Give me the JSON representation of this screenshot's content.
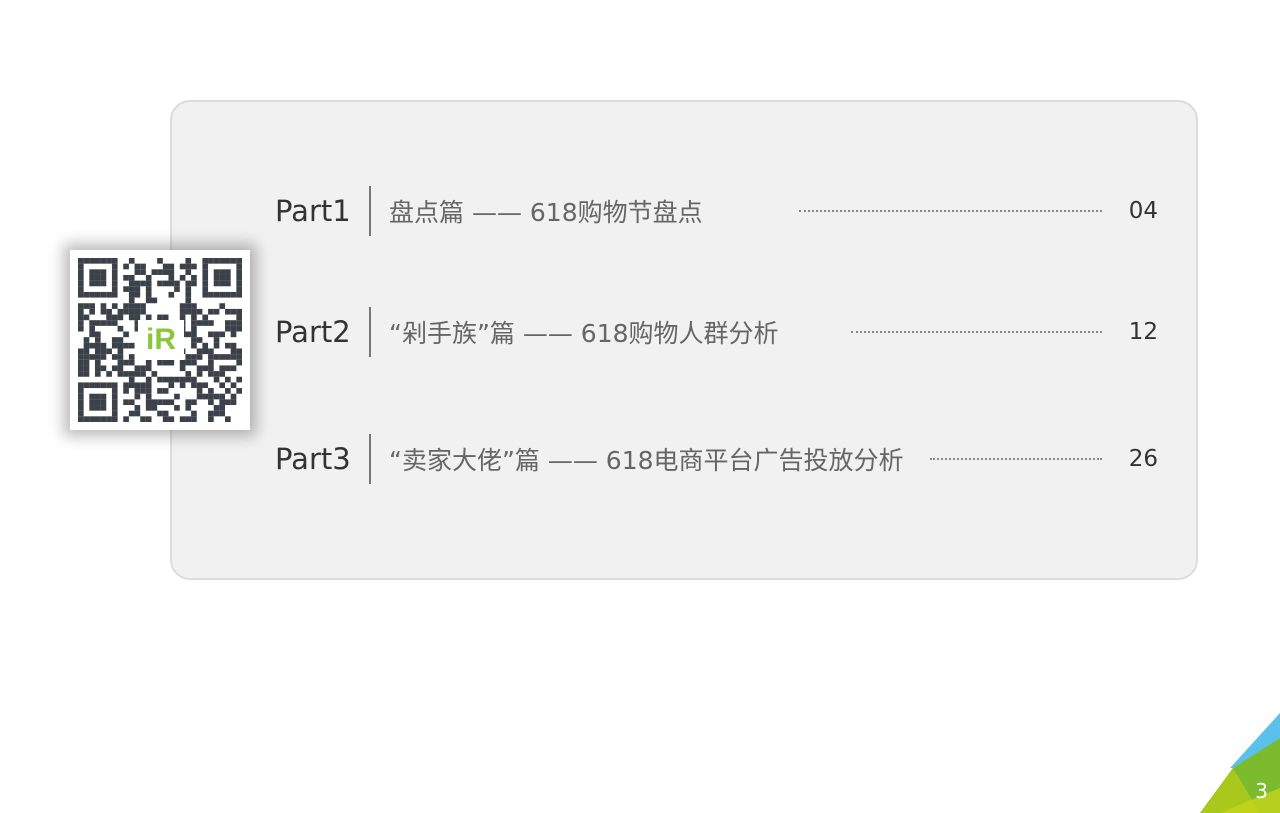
{
  "toc": [
    {
      "part": "Part1",
      "title": "盘点篇 —— 618购物节盘点",
      "page": "04"
    },
    {
      "part": "Part2",
      "title": "“剁手族”篇 —— 618购物人群分析",
      "page": "12"
    },
    {
      "part": "Part3",
      "title": "“卖家大佬”篇 —— 618电商平台广告投放分析",
      "page": "26"
    }
  ],
  "qr": {
    "logo_text": "iR"
  },
  "colors": {
    "accent_green": "#8cc63f",
    "accent_blue": "#5bc0eb",
    "qr_dark": "#3a4149"
  },
  "page_number": "3"
}
